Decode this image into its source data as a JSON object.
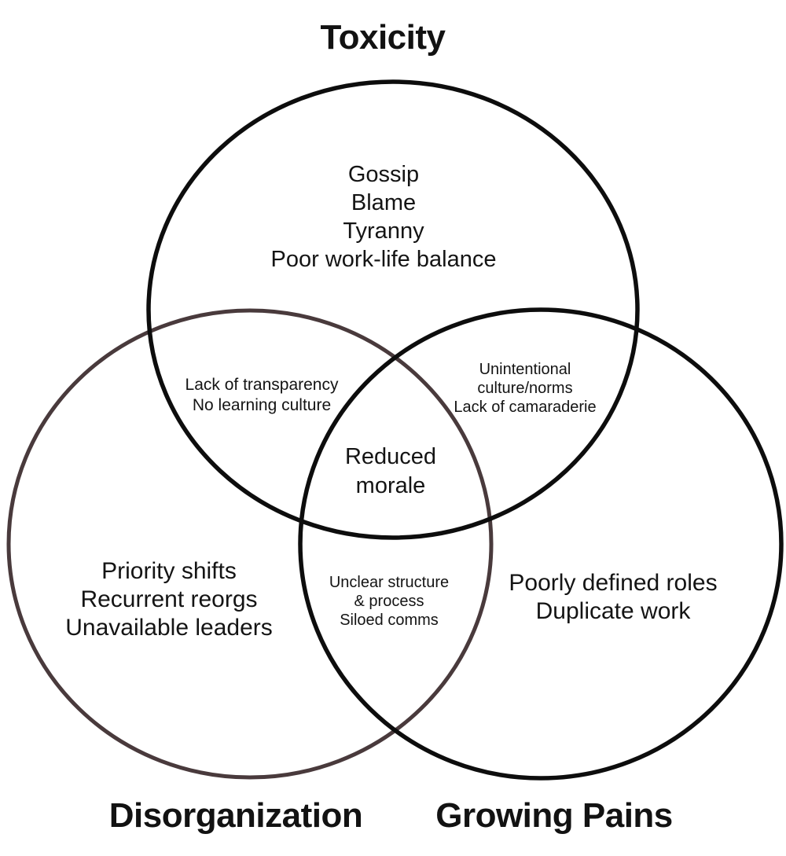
{
  "diagram": {
    "titles": {
      "top": "Toxicity",
      "bottom_left": "Disorganization",
      "bottom_right": "Growing Pains"
    },
    "colors": {
      "top_circle": "#0d0d0d",
      "left_circle": "#493a3c",
      "right_circle": "#0d0d0d",
      "text": "#121212",
      "background": "#ffffff"
    },
    "regions": {
      "toxicity": {
        "lines": [
          "Gossip",
          "Blame",
          "Tyranny",
          "Poor work-life balance"
        ]
      },
      "toxicity_and_disorganization": {
        "lines": [
          "Lack of transparency",
          "No learning culture"
        ]
      },
      "toxicity_and_growing_pains": {
        "lines": [
          "Unintentional",
          "culture/norms",
          "Lack of camaraderie"
        ]
      },
      "all_three_overlap": {
        "lines": [
          "Reduced",
          "morale"
        ]
      },
      "disorganization": {
        "lines": [
          "Priority shifts",
          "Recurrent reorgs",
          "Unavailable leaders"
        ]
      },
      "disorganization_and_growing_pains": {
        "lines": [
          "Unclear structure",
          "& process",
          "Siloed comms"
        ]
      },
      "growing_pains": {
        "lines": [
          "Poorly defined roles",
          "Duplicate work"
        ]
      }
    }
  }
}
